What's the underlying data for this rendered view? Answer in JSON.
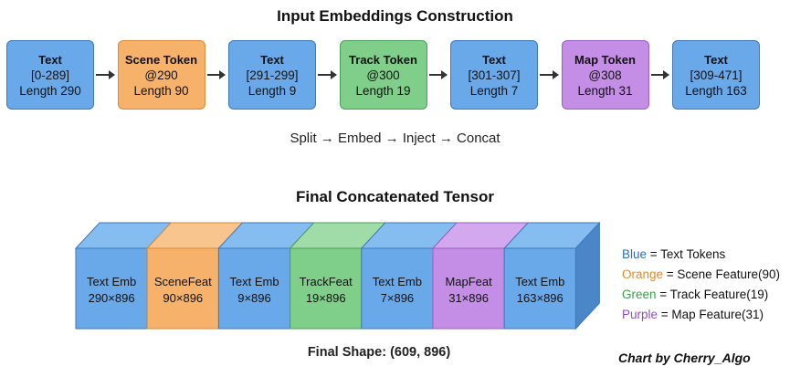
{
  "title_top": "Input Embeddings Construction",
  "tokens": [
    {
      "label": "Text",
      "line2": "[0-289]",
      "line3": "Length 290",
      "kind": "blue"
    },
    {
      "label": "Scene Token",
      "line2": "@290",
      "line3": "Length 90",
      "kind": "orange"
    },
    {
      "label": "Text",
      "line2": "[291-299]",
      "line3": "Length 9",
      "kind": "blue"
    },
    {
      "label": "Track Token",
      "line2": "@300",
      "line3": "Length 19",
      "kind": "green"
    },
    {
      "label": "Text",
      "line2": "[301-307]",
      "line3": "Length 7",
      "kind": "blue"
    },
    {
      "label": "Map Token",
      "line2": "@308",
      "line3": "Length 31",
      "kind": "purple"
    },
    {
      "label": "Text",
      "line2": "[309-471]",
      "line3": "Length 163",
      "kind": "blue"
    }
  ],
  "flow_text": "Split → Embed → Inject → Concat",
  "title_bottom": "Final Concatenated Tensor",
  "segments": [
    {
      "name": "Text Emb",
      "shape": "290×896",
      "kind": "blue"
    },
    {
      "name": "SceneFeat",
      "shape": "90×896",
      "kind": "orange"
    },
    {
      "name": "Text Emb",
      "shape": "9×896",
      "kind": "blue"
    },
    {
      "name": "TrackFeat",
      "shape": "19×896",
      "kind": "green"
    },
    {
      "name": "Text Emb",
      "shape": "7×896",
      "kind": "blue"
    },
    {
      "name": "MapFeat",
      "shape": "31×896",
      "kind": "purple"
    },
    {
      "name": "Text Emb",
      "shape": "163×896",
      "kind": "blue"
    }
  ],
  "legend": [
    {
      "key": "Blue",
      "text": " = Text Tokens",
      "kind": "blue"
    },
    {
      "key": "Orange",
      "text": " = Scene Feature(90)",
      "kind": "orange"
    },
    {
      "key": "Green",
      "text": " = Track Feature(19)",
      "kind": "green"
    },
    {
      "key": "Purple",
      "text": " = Map Feature(31)",
      "kind": "purple"
    }
  ],
  "final_shape": "Final Shape: (609, 896)",
  "credit": "Chart by Cherry_Algo",
  "colors": {
    "blue": {
      "fill": "#6aa9e9",
      "border": "#3f78b8",
      "top": "#86bdf0",
      "side": "#4a86c8",
      "legend": "#2f6db5"
    },
    "orange": {
      "fill": "#f6b26b",
      "border": "#d98a3a",
      "top": "#f8c58e",
      "side": "#e0984d",
      "legend": "#e08a2e"
    },
    "green": {
      "fill": "#7fcf8a",
      "border": "#4d9e5a",
      "top": "#9fdca8",
      "side": "#5fb46b",
      "legend": "#3d9e4a"
    },
    "purple": {
      "fill": "#c48ee6",
      "border": "#9a60c0",
      "top": "#d3a8ee",
      "side": "#a873cc",
      "legend": "#8f4fbf"
    }
  }
}
